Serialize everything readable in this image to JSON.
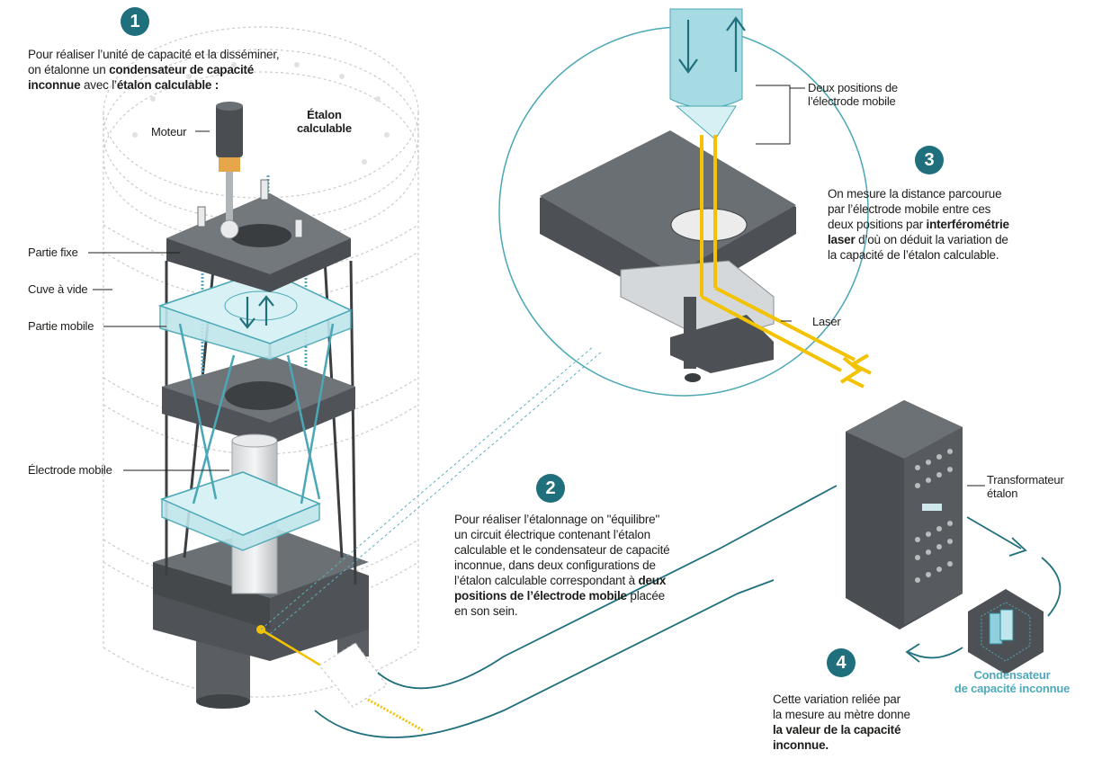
{
  "steps": {
    "s1": {
      "number": "1",
      "text_a": "Pour réaliser l’unité de capacité et la disséminer,",
      "text_b": "on étalonne un ",
      "text_b_bold": "condensateur de capacité",
      "text_c_bold": "inconnue",
      "text_c": " avec l’",
      "text_c_bold2": "étalon calculable :"
    },
    "s2": {
      "number": "2",
      "l1": "Pour réaliser l’étalonnage on \"équilibre\"",
      "l2": "un circuit électrique contenant l’étalon",
      "l3": "calculable et le condensateur de capacité",
      "l4": "inconnue, dans deux configurations de",
      "l5": "l’étalon calculable correspondant à ",
      "l5_bold": "deux",
      "l6_bold": "positions de l’électrode mobile",
      "l6": " placée",
      "l7": "en son sein."
    },
    "s3": {
      "number": "3",
      "l1": "On mesure la distance parcourue",
      "l2": "par l’électrode mobile entre ces",
      "l3": "deux positions par ",
      "l3_bold": "interférométrie",
      "l4_bold": "laser",
      "l4": " d’où on déduit la variation de",
      "l5": "la capacité de l’étalon calculable."
    },
    "s4": {
      "number": "4",
      "l1": "Cette variation reliée par",
      "l2": "la mesure au mètre donne",
      "l3_bold": "la valeur de la capacité",
      "l4_bold": "inconnue."
    }
  },
  "labels": {
    "moteur": "Moteur",
    "etalon_l1": "Étalon",
    "etalon_l2": "calculable",
    "partie_fixe": "Partie fixe",
    "cuve": "Cuve à vide",
    "partie_mobile": "Partie mobile",
    "electrode": "Électrode mobile",
    "deux_pos_l1": "Deux positions de",
    "deux_pos_l2": "l’électrode mobile",
    "laser": "Laser",
    "transfo_l1": "Transformateur",
    "transfo_l2": "étalon",
    "cond_l1": "Condensateur",
    "cond_l2": "de capacité inconnue"
  },
  "colors": {
    "accent_teal": "#1f6f7c",
    "light_teal": "#9fd8e0",
    "laser_yellow": "#f3c200",
    "dark_grey": "#4a4e52"
  }
}
